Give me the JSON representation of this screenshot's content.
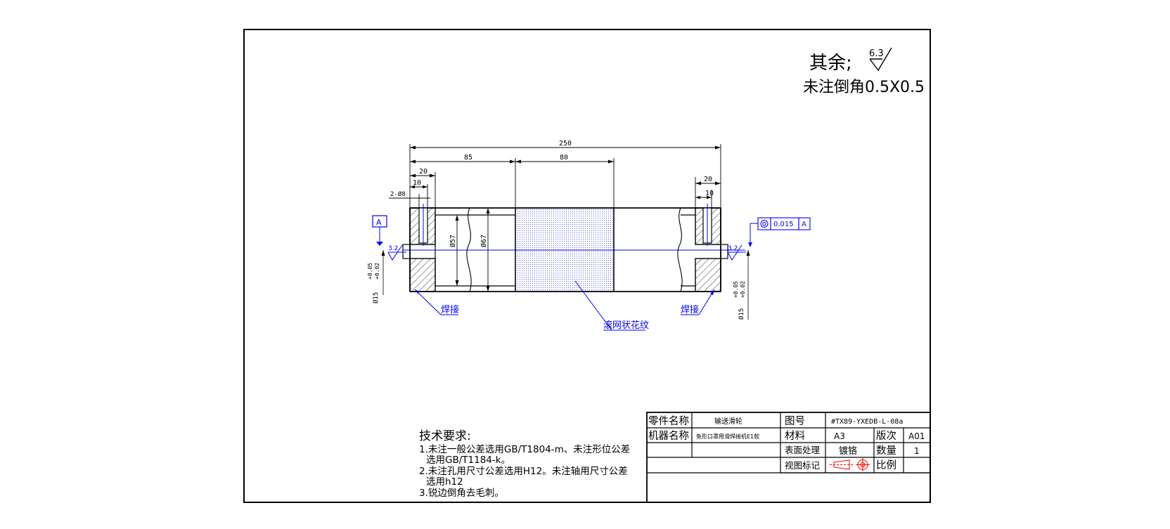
{
  "notes": {
    "rest_prefix": "其余;",
    "rest_roughness": "6.3",
    "chamfer": "未注倒角0.5X0.5"
  },
  "dims": {
    "overall": "250",
    "left_part": "85",
    "knurl": "80",
    "left_20": "20",
    "left_10": "10",
    "holes": "2-Ø8",
    "right_20": "20",
    "right_10": "10",
    "bore": "Ø57",
    "outer": "Ø67",
    "shaft_left_tol_up": "+0.05",
    "shaft_left_tol_dn": "+0.02",
    "shaft_left_dia": "Ø15",
    "shaft_right_tol_up": "+0.05",
    "shaft_right_tol_dn": "+0.02",
    "shaft_right_dia": "Ø15"
  },
  "annotations": {
    "datum": "A",
    "rough_left": "3.2",
    "rough_right": "3.2",
    "tol_value": "0.015",
    "tol_datum": "A",
    "weld_left": "焊接",
    "weld_right": "焊接",
    "knurl": "滚网状花纹"
  },
  "tech": {
    "title": "技术要求:",
    "line1": "1.未注一般公差选用GB/T1804-m、未注形位公差",
    "line1b": "选用GB/T1184-k。",
    "line2": "2.未注孔用尺寸公差选用H12。未注轴用尺寸公差",
    "line2b": "选用h12",
    "line3": "3.锐边倒角去毛刺。"
  },
  "titleblock": {
    "part_name_label": "零件名称",
    "part_name": "输送滑轮",
    "drawing_no_label": "图号",
    "drawing_no": "#TX89-YXEDB-L-08a",
    "machine_label": "机器名称",
    "machine": "鱼形口罩用滑焊接机E1款",
    "material_label": "材料",
    "material": "A3",
    "version_label": "版次",
    "version": "A01",
    "surface_label": "表面处理",
    "surface": "镀铬",
    "qty_label": "数量",
    "qty": "1",
    "view_label": "视图标记",
    "scale_label": "比例"
  }
}
